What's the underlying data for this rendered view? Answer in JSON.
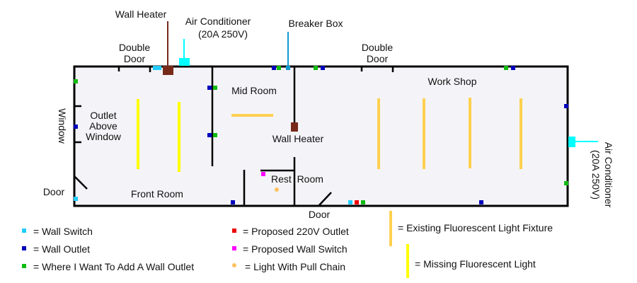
{
  "labels": {
    "wall_heater_top": "Wall Heater",
    "ac_top_line1": "Air Conditioner",
    "ac_top_line2": "(20A 250V)",
    "breaker_box": "Breaker Box",
    "double_door_left_1": "Double",
    "double_door_left_2": "Door",
    "double_door_right_1": "Double",
    "double_door_right_2": "Door",
    "window": "Window",
    "outlet_above_window_1": "Outlet",
    "outlet_above_window_2": "Above",
    "outlet_above_window_3": "Window",
    "mid_room": "Mid Room",
    "wall_heater_mid": "Wall Heater",
    "work_shop": "Work Shop",
    "rest_room": "Rest  Room",
    "front_room": "Front Room",
    "door_left": "Door",
    "door_bottom": "Door",
    "ac_right_line1": "Air Conditioner",
    "ac_right_line2": "(20A 250V)"
  },
  "legend": {
    "wall_switch": "= Wall Switch",
    "wall_outlet": "= Wall Outlet",
    "add_outlet": "= Where I Want To Add A Wall Outlet",
    "proposed_220v": "= Proposed 220V Outlet",
    "proposed_switch": "= Proposed Wall Switch",
    "pull_chain": "= Light With Pull Chain",
    "existing_light": "= Existing Fluorescent Light Fixture",
    "missing_light": "= Missing Fluorescent Light"
  },
  "colors": {
    "wall_switch": "#22ccff",
    "wall_outlet": "#0000bb",
    "add_outlet": "#11bb11",
    "proposed_220v": "#ee0000",
    "proposed_switch": "#ff00ff",
    "pull_chain": "#ffc060",
    "existing_light": "#ffd050",
    "missing_light": "#ffff00",
    "heater": "#772a1a",
    "air_conditioner": "#00ffff",
    "breaker_box": "#1199cc",
    "floor": "#f4f4f8"
  }
}
